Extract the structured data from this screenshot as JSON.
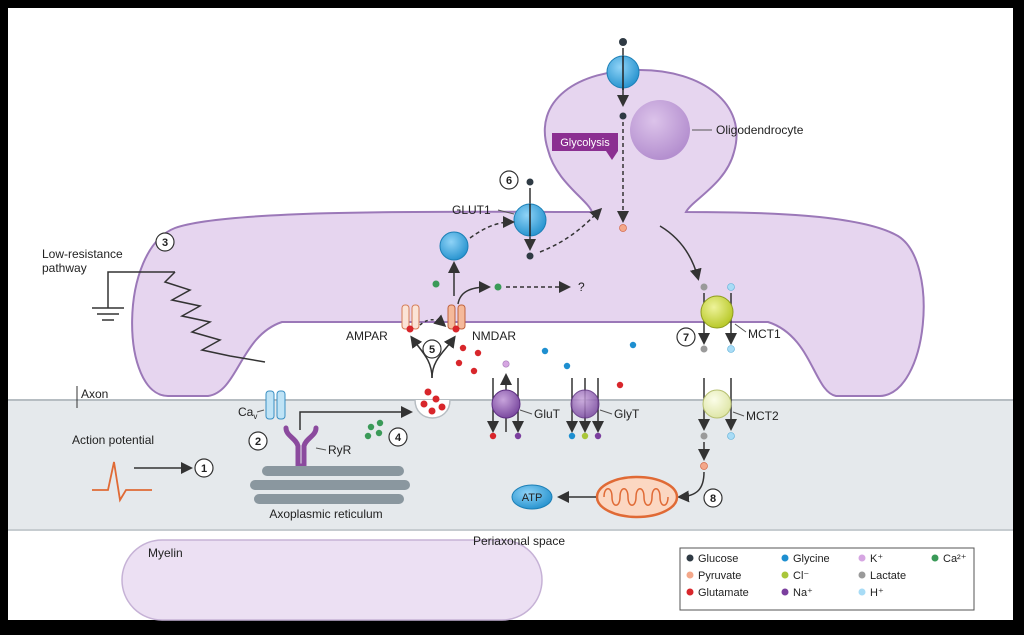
{
  "labels": {
    "oligodendrocyte": "Oligodendrocyte",
    "glycolysis": "Glycolysis",
    "glut1": "GLUT1",
    "low_resistance": [
      "Low-resistance",
      "pathway"
    ],
    "ampar": "AMPAR",
    "nmdar": "NMDAR",
    "question": "?",
    "mct1": "MCT1",
    "mct2": "MCT2",
    "axon": "Axon",
    "cav_main": "Ca",
    "cav_sub": "v",
    "ryr": "RyR",
    "glut": "GluT",
    "glyt": "GlyT",
    "action_potential": "Action potential",
    "axoplasmic_reticulum": "Axoplasmic reticulum",
    "atp": "ATP",
    "periaxonal_space": "Periaxonal space",
    "myelin": "Myelin"
  },
  "steps": [
    "1",
    "2",
    "3",
    "4",
    "5",
    "6",
    "7",
    "8"
  ],
  "legend": [
    {
      "label": "Glucose",
      "color": "#2f3a44"
    },
    {
      "label": "Glycine",
      "color": "#1e8fd0"
    },
    {
      "label": "K⁺",
      "color": "#d6a6e2"
    },
    {
      "label": "Ca²⁺",
      "color": "#3a9a58"
    },
    {
      "label": "Pyruvate",
      "color": "#f4a88a"
    },
    {
      "label": "Cl⁻",
      "color": "#a9c63a"
    },
    {
      "label": "Lactate",
      "color": "#9a9a9a"
    },
    {
      "label": "Glutamate",
      "color": "#d8262b"
    },
    {
      "label": "Na⁺",
      "color": "#7b3f9e"
    },
    {
      "label": "H⁺",
      "color": "#a8dcf6"
    }
  ],
  "colors": {
    "myelin_fill": "#e6d5ef",
    "myelin_stroke": "#9b78b8",
    "axon_fill": "#e5e9ec",
    "glut1_blue": "#3aa5dd",
    "mct1_green": "#c9d83a",
    "glycolysis_purple": "#8b2f91",
    "reticulum_grey": "#8a979f",
    "mito_orange": "#f08a50"
  }
}
